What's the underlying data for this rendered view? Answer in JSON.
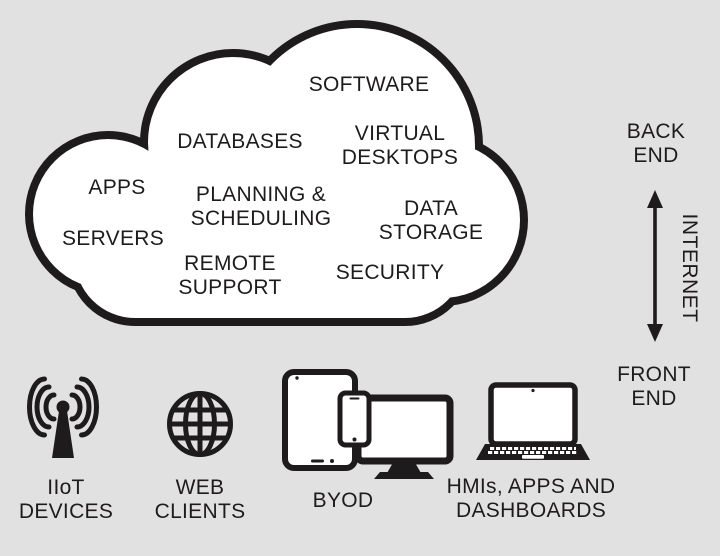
{
  "diagram": {
    "cloud": {
      "software": "SOFTWARE",
      "databases": "DATABASES",
      "virtual_desktops": "VIRTUAL\nDESKTOPS",
      "apps": "APPS",
      "planning_scheduling": "PLANNING &\nSCHEDULING",
      "data_storage": "DATA\nSTORAGE",
      "servers": "SERVERS",
      "remote_support": "REMOTE\nSUPPORT",
      "security": "SECURITY"
    },
    "right_rail": {
      "back_end": "BACK\nEND",
      "internet": "INTERNET",
      "front_end": "FRONT\nEND"
    },
    "devices": [
      {
        "label": "IIoT\nDEVICES",
        "icon": "antenna-signal-icon"
      },
      {
        "label": "WEB\nCLIENTS",
        "icon": "globe-icon"
      },
      {
        "label": "BYOD",
        "icon": "tablet-phone-monitor-icon"
      },
      {
        "label": "HMIs, APPS AND\nDASHBOARDS",
        "icon": "laptop-icon"
      }
    ],
    "icons": {
      "cloud": "cloud-outline-icon",
      "internet_link": "double-headed-arrow-icon"
    },
    "colors": {
      "background": "#e2e1e1",
      "ink": "#1e1b1c",
      "cloud_fill": "#ffffff"
    }
  }
}
